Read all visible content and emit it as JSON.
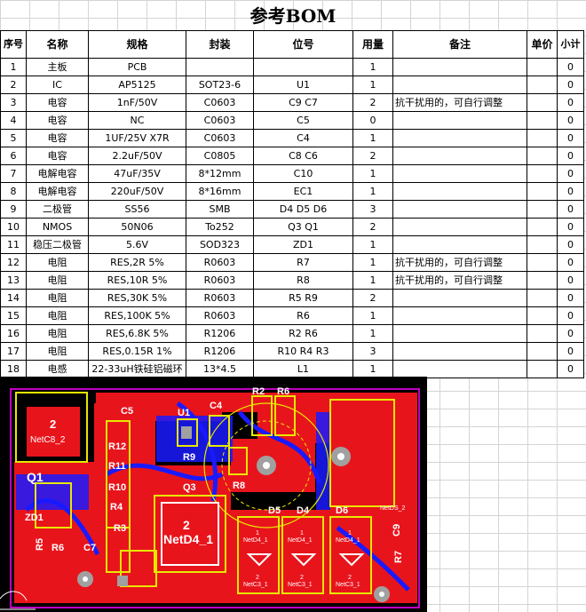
{
  "title": "参考BOM",
  "columns": [
    "序号",
    "名称",
    "规格",
    "封装",
    "位号",
    "用量",
    "备注",
    "单价",
    "小计"
  ],
  "rows": [
    [
      "1",
      "主板",
      "PCB",
      "",
      "",
      "1",
      "",
      "",
      "0"
    ],
    [
      "2",
      "IC",
      "AP5125",
      "SOT23-6",
      "U1",
      "1",
      "",
      "",
      "0"
    ],
    [
      "3",
      "电容",
      "1nF/50V",
      "C0603",
      "C9 C7",
      "2",
      "抗干扰用的，可自行调整",
      "",
      "0"
    ],
    [
      "4",
      "电容",
      "NC",
      "C0603",
      "C5",
      "0",
      "",
      "",
      "0"
    ],
    [
      "5",
      "电容",
      "1UF/25V X7R",
      "C0603",
      "C4",
      "1",
      "",
      "",
      "0"
    ],
    [
      "6",
      "电容",
      "2.2uF/50V",
      "C0805",
      "C8 C6",
      "2",
      "",
      "",
      "0"
    ],
    [
      "7",
      "电解电容",
      "47uF/35V",
      "8*12mm",
      "C10",
      "1",
      "",
      "",
      "0"
    ],
    [
      "8",
      "电解电容",
      "220uF/50V",
      "8*16mm",
      "EC1",
      "1",
      "",
      "",
      "0"
    ],
    [
      "9",
      "二极管",
      "SS56",
      "SMB",
      "D4 D5 D6",
      "3",
      "",
      "",
      "0"
    ],
    [
      "10",
      "NMOS",
      "50N06",
      "To252",
      "Q3 Q1",
      "2",
      "",
      "",
      "0"
    ],
    [
      "11",
      "稳压二极管",
      "5.6V",
      "SOD323",
      "ZD1",
      "1",
      "",
      "",
      "0"
    ],
    [
      "12",
      "电阻",
      "RES,2R 5%",
      "R0603",
      "R7",
      "1",
      "抗干扰用的，可自行调整",
      "",
      "0"
    ],
    [
      "13",
      "电阻",
      "RES,10R 5%",
      "R0603",
      "R8",
      "1",
      "抗干扰用的，可自行调整",
      "",
      "0"
    ],
    [
      "14",
      "电阻",
      "RES,30K 5%",
      "R0603",
      "R5 R9",
      "2",
      "",
      "",
      "0"
    ],
    [
      "15",
      "电阻",
      "RES,100K 5%",
      "R0603",
      "R6",
      "1",
      "",
      "",
      "0"
    ],
    [
      "16",
      "电阻",
      "RES,6.8K 5%",
      "R1206",
      "R2 R6",
      "1",
      "",
      "",
      "0"
    ],
    [
      "17",
      "电阻",
      "RES,0.15R 1%",
      "R1206",
      "R10 R4 R3",
      "3",
      "",
      "",
      "0"
    ],
    [
      "18",
      "电感",
      "22-33uH铁硅铝磁环",
      "13*4.5",
      "L1",
      "1",
      "",
      "",
      "0"
    ]
  ],
  "pcb": {
    "labels": {
      "c5": "C5",
      "u1": "U1",
      "c4": "C4",
      "r2": "R2",
      "r6": "R6",
      "r12": "R12",
      "r11": "R11",
      "r10": "R10",
      "r4": "R4",
      "r3": "R3",
      "r9": "R9",
      "r8": "R8",
      "q3": "Q3",
      "q1": "Q1",
      "zd1": "ZD1",
      "r5": "R5",
      "r6b": "R6",
      "c7": "C7",
      "d5": "D5",
      "d4": "D4",
      "d6": "D6",
      "c9": "C9",
      "r7": "R7",
      "big_num": "2",
      "big_net": "NetD4_1",
      "pad2": "2",
      "pad2_net": "NetC8_2",
      "net_right": "NetDS_2",
      "d_top_num": "1",
      "d_top_net": "NetD4_1",
      "d_bot_num": "2",
      "d_bot_net": "NetC3_1"
    },
    "colors": {
      "board": "#000000",
      "copper": "#e8141c",
      "trace": "#1a1aff",
      "silk": "#e8e800",
      "outline": "#c000c0",
      "pad": "#a0a0a0"
    }
  }
}
